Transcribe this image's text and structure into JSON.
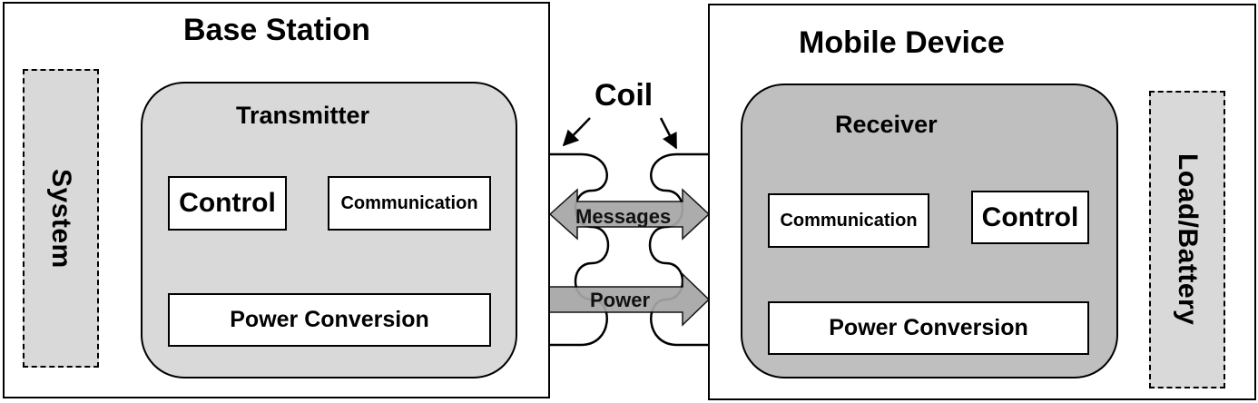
{
  "base_station": {
    "title": "Base Station",
    "system_label": "System",
    "transmitter": {
      "title": "Transmitter",
      "control": "Control",
      "communication": "Communication",
      "power_conversion": "Power Conversion"
    }
  },
  "mobile_device": {
    "title": "Mobile Device",
    "load_label": "Load/Battery",
    "receiver": {
      "title": "Receiver",
      "control": "Control",
      "communication": "Communication",
      "power_conversion": "Power Conversion"
    }
  },
  "link": {
    "coil_label": "Coil",
    "messages_label": "Messages",
    "power_label": "Power"
  },
  "colors": {
    "transmitter_fill": "#d9d9d9",
    "receiver_fill": "#bfbfbf",
    "arrow_fill": "#a6a6a6"
  }
}
